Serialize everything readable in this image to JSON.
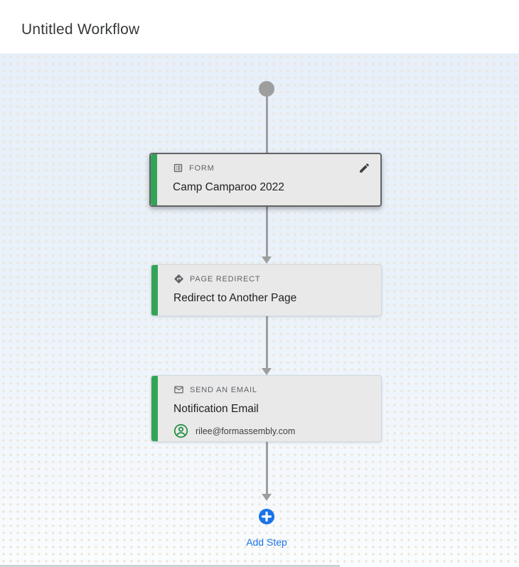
{
  "header": {
    "title": "Untitled Workflow"
  },
  "canvas": {
    "start_node": "workflow-start",
    "steps": [
      {
        "type_label": "FORM",
        "icon": "form-list-alt-icon",
        "title": "Camp Camparoo 2022",
        "selected": true,
        "has_edit_button": true
      },
      {
        "type_label": "PAGE REDIRECT",
        "icon": "redirect-diamond-icon",
        "title": "Redirect to Another Page"
      },
      {
        "type_label": "SEND AN EMAIL",
        "icon": "envelope-icon",
        "title": "Notification Email",
        "recipient": "rilee@formassembly.com",
        "recipient_icon": "account-circle-icon"
      }
    ],
    "add_step_label": "Add Step"
  },
  "colors": {
    "accent_green": "#33a457",
    "recipient_icon_green": "#1e8e3e",
    "accent_blue": "#1a73e8",
    "connector_gray": "#9e9e9e",
    "card_background": "#e9e9e9",
    "canvas_top": "#e7effa",
    "canvas_bottom": "#fbfdfe",
    "dot_color": "#ebe5d8"
  }
}
